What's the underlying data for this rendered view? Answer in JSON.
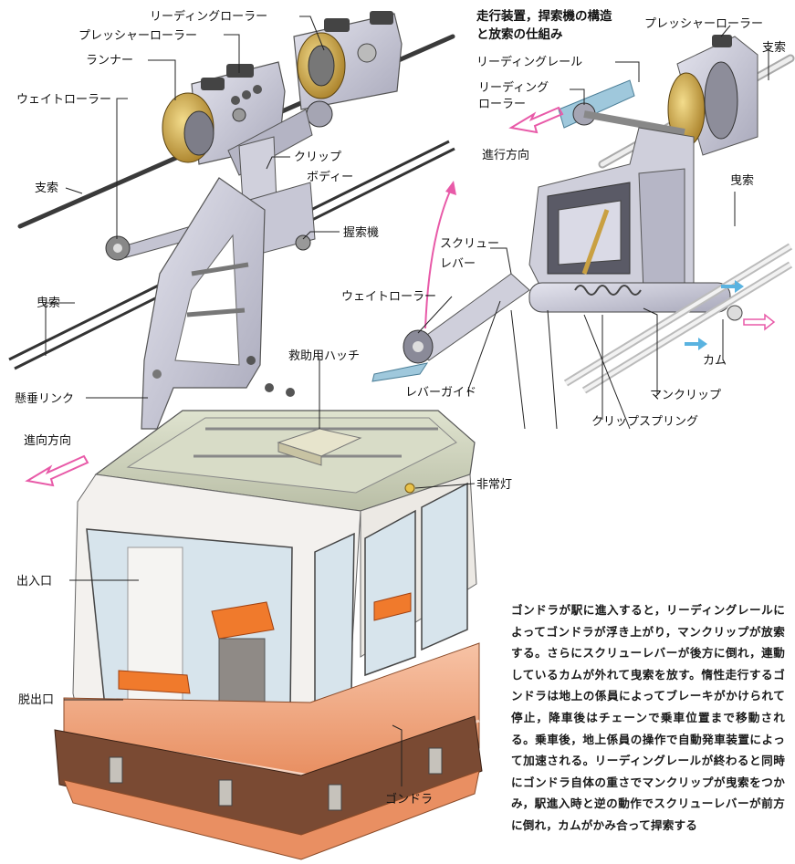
{
  "labels": {
    "leading_roller_top": "リーディングローラー",
    "pressure_roller_left": "プレッシャーローラー",
    "runner": "ランナー",
    "weight_roller_left": "ウェイトローラー",
    "clip_body_1": "クリップ",
    "clip_body_2": "ボディー",
    "track_cable_left": "支索",
    "grip": "握索機",
    "haul_cable_left": "曳索",
    "rescue_hatch": "救助用ハッチ",
    "hanger_link": "懸垂リンク",
    "direction_left": "進向方向",
    "emergency_light": "非常灯",
    "entrance": "出入口",
    "escape_exit": "脱出口",
    "gondola": "ゴンドラ",
    "inset_title_1": "走行装置，捍索機の構造",
    "inset_title_2": "と放索の仕組み",
    "pressure_roller_right": "プレッシャーローラー",
    "track_cable_right": "支索",
    "leading_rail": "リーディングレール",
    "leading_roller_right_1": "リーディング",
    "leading_roller_right_2": "ローラー",
    "direction_right": "進行方向",
    "haul_cable_right": "曳索",
    "screw_lever_1": "スクリュー",
    "screw_lever_2": "レバー",
    "weight_roller_right": "ウェイトローラー",
    "lever_guide": "レバーガイド",
    "cam": "カム",
    "man_clip": "マンクリップ",
    "clip_spring": "クリップスプリング"
  },
  "description": "ゴンドラが駅に進入すると，リーディングレールによってゴンドラが浮き上がり，マンクリップが放索する。さらにスクリューレバーが後方に倒れ，連動しているカムが外れて曳索を放す。惰性走行するゴンドラは地上の係員によってブレーキがかけられて停止，降車後はチェーンで乗車位置まで移動される。乗車後，地上係員の操作で自動発車装置によって加速される。リーディングレールが終わると同時にゴンドラ自体の重さでマンクリップが曳索をつかみ，駅進入時と逆の動作でスクリューレバーが前方に倒れ，カムがかみ合って捍索する",
  "colors": {
    "metal": "#c9c9d6",
    "metal_dark": "#8e8ea0",
    "roof": "#cfd4bf",
    "gondola_body": "#f3f1ee",
    "gondola_band": "#f2a57f",
    "gondola_base": "#e98f62",
    "seat": "#f07a2c",
    "rail": "#9fc8dc",
    "arrow_pink": "#e85aa8",
    "arrow_blue": "#5ab3e0",
    "brass": "#c9a042"
  }
}
